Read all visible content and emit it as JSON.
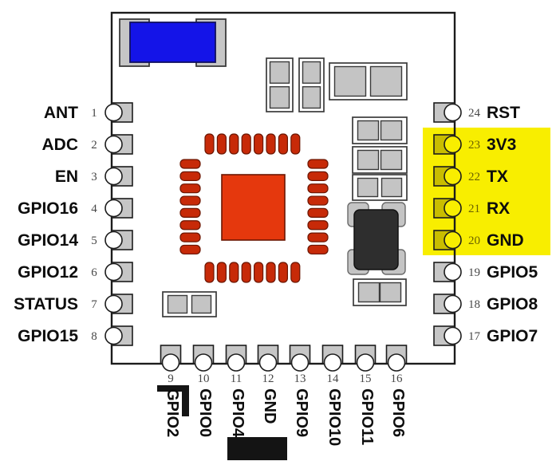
{
  "diagram": {
    "type": "module-pinout",
    "pins": {
      "left": [
        {
          "num": "1",
          "label": "ANT",
          "highlighted": false
        },
        {
          "num": "2",
          "label": "ADC",
          "highlighted": false
        },
        {
          "num": "3",
          "label": "EN",
          "highlighted": false
        },
        {
          "num": "4",
          "label": "GPIO16",
          "highlighted": false
        },
        {
          "num": "5",
          "label": "GPIO14",
          "highlighted": false
        },
        {
          "num": "6",
          "label": "GPIO12",
          "highlighted": false
        },
        {
          "num": "7",
          "label": "STATUS",
          "highlighted": false
        },
        {
          "num": "8",
          "label": "GPIO15",
          "highlighted": false
        }
      ],
      "right": [
        {
          "num": "24",
          "label": "RST",
          "highlighted": false
        },
        {
          "num": "23",
          "label": "3V3",
          "highlighted": true
        },
        {
          "num": "22",
          "label": "TX",
          "highlighted": true
        },
        {
          "num": "21",
          "label": "RX",
          "highlighted": true
        },
        {
          "num": "20",
          "label": "GND",
          "highlighted": true
        },
        {
          "num": "19",
          "label": "GPIO5",
          "highlighted": false
        },
        {
          "num": "18",
          "label": "GPIO8",
          "highlighted": false
        },
        {
          "num": "17",
          "label": "GPIO7",
          "highlighted": false
        }
      ],
      "bottom": [
        {
          "num": "9",
          "label": "GPIO2",
          "highlighted": false
        },
        {
          "num": "10",
          "label": "GPIO0",
          "highlighted": false
        },
        {
          "num": "11",
          "label": "GPIO4",
          "highlighted": false
        },
        {
          "num": "12",
          "label": "GND",
          "highlighted": false
        },
        {
          "num": "13",
          "label": "GPIO9",
          "highlighted": false
        },
        {
          "num": "14",
          "label": "GPIO10",
          "highlighted": false
        },
        {
          "num": "15",
          "label": "GPIO11",
          "highlighted": false
        },
        {
          "num": "16",
          "label": "GPIO6",
          "highlighted": false
        }
      ]
    },
    "highlight_box": {
      "pins": [
        "3V3",
        "TX",
        "RX",
        "GND"
      ],
      "color": "#f8ee00"
    },
    "colors": {
      "background": "#ffffff",
      "board_fill": "#ffffff",
      "outline": "#1c1c1c",
      "pad_gray": "#c6c6c6",
      "pad_highlight": "#c9bd00",
      "bite_white": "#ffffff",
      "highlight_yellow": "#f8ee00",
      "chip_red_body": "#e5380d",
      "chip_red_pad": "#c72a08",
      "chip_red_stroke": "#6b1602",
      "crystal_blue": "#1414e8",
      "dark_chip": "#2e2e2e",
      "passive_fill": "#c4c4c4",
      "passive_stroke": "#3a3a3a",
      "label_black": "#0d0d0d",
      "number_gray": "#474747",
      "number_olive": "#6b6200",
      "mark_black": "#141414"
    }
  }
}
